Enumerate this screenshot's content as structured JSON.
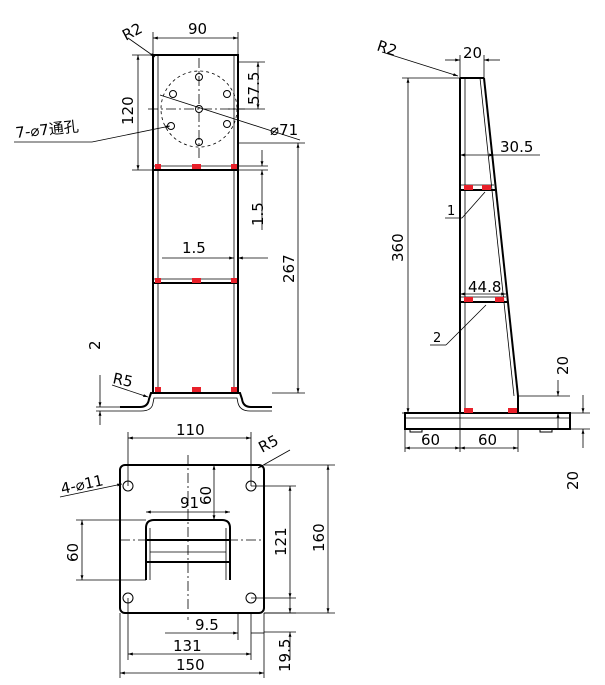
{
  "front_view": {
    "dims": {
      "top_width": "90",
      "corner_radius": "R2",
      "plate_height": "120",
      "hole_offset": "57.5",
      "pcd": "⌀71",
      "holes_note": "7-⌀7通孔",
      "gap_15a": "1.5",
      "gap_15b": "1.5",
      "total_height": "267",
      "bend_height": "2",
      "bend_radius": "R5"
    }
  },
  "side_view": {
    "dims": {
      "top_width": "20",
      "corner_radius": "R2",
      "height": "360",
      "width_at_rib1": "30.5",
      "width_at_rib2": "44.8",
      "rib1_label": "1",
      "rib2_label": "2",
      "base_left": "60",
      "base_right": "60",
      "foot_height_a": "20",
      "foot_height_b": "20"
    }
  },
  "bottom_view": {
    "dims": {
      "hole_spacing_x": "110",
      "corner_radius": "R5",
      "holes_note": "4-⌀11",
      "slot_width": "91",
      "slot_depth": "60",
      "slot_height": "60",
      "hole_spacing_y": "121",
      "plate_height": "160",
      "edge_offset_x": "9.5",
      "edge_offset_y": "19.5",
      "inner_width": "131",
      "plate_width": "150"
    }
  }
}
